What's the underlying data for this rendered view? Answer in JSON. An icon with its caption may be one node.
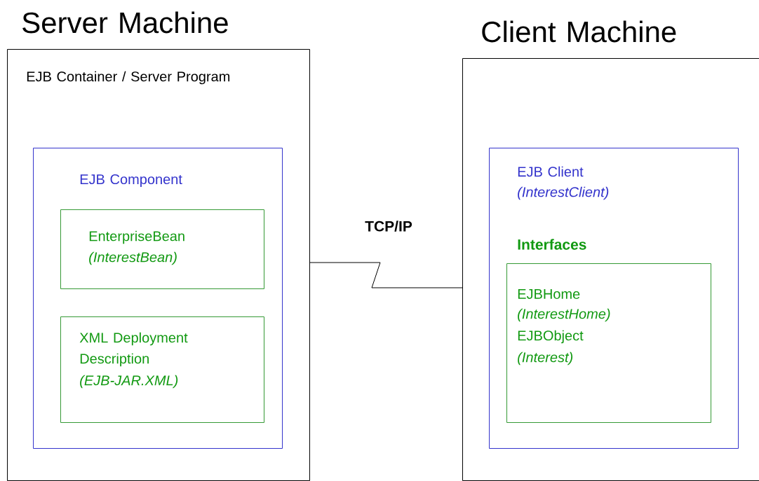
{
  "diagram": {
    "nodes": [
      {
        "text": [
          "Server Machine",
          "EJB Container / Server Program"
        ]
      },
      {
        "text": [
          "EJB Component"
        ],
        "in": 0
      },
      {
        "text": [
          "EnterpriseBean",
          "(InterestBean)"
        ],
        "in": 1
      },
      {
        "text": [
          "XML Deployment Description",
          "(EJB-JAR.XML)"
        ],
        "in": 1
      },
      {
        "text": [
          "Client Machine"
        ]
      },
      {
        "text": [
          "EJB Client",
          "(InterestClient)"
        ],
        "in": 4
      },
      {
        "text": [
          "Interfaces",
          "EJBHome",
          "(InterestHome)",
          "EJBObject",
          "(Interest)"
        ],
        "in": 5
      }
    ],
    "edges": [
      {
        "from": 0,
        "to": 4,
        "arrow": "none",
        "label": "TCP/IP"
      }
    ]
  }
}
